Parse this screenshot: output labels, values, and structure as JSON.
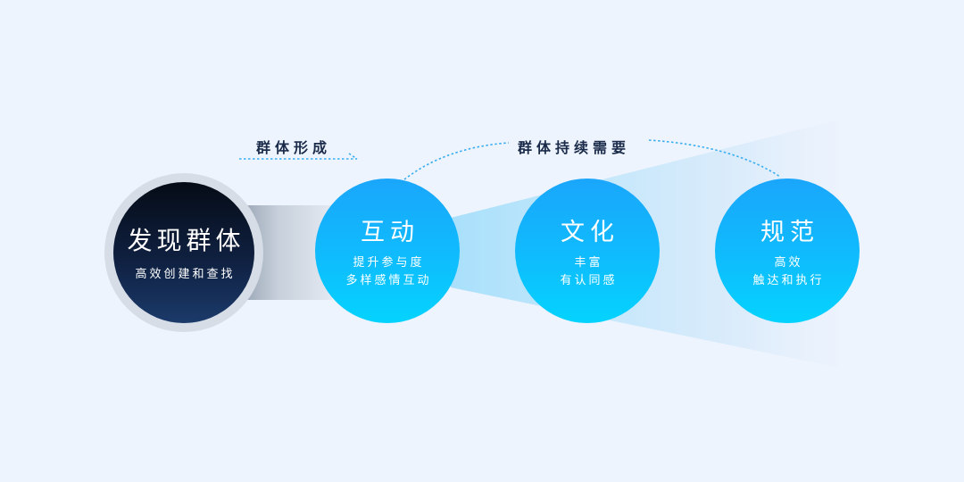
{
  "diagram": {
    "connectors": {
      "formation_label": "群体形成",
      "sustain_label": "群体持续需要"
    },
    "nodes": [
      {
        "title": "发现群体",
        "lines": [
          "高效创建和查找"
        ]
      },
      {
        "title": "互动",
        "lines": [
          "提升参与度",
          "多样感情互动"
        ]
      },
      {
        "title": "文化",
        "lines": [
          "丰富",
          "有认同感"
        ]
      },
      {
        "title": "规范",
        "lines": [
          "高效",
          "触达和执行"
        ]
      }
    ],
    "colors": {
      "background": "#eef4fd",
      "dark_node_top": "#060c16",
      "dark_node_bottom": "#1b3a6a",
      "blue_node_top": "#1aa6fb",
      "blue_node_bottom": "#04d3fe",
      "label_text": "#1a2b4a",
      "dotted_line": "#3aaef0"
    }
  }
}
